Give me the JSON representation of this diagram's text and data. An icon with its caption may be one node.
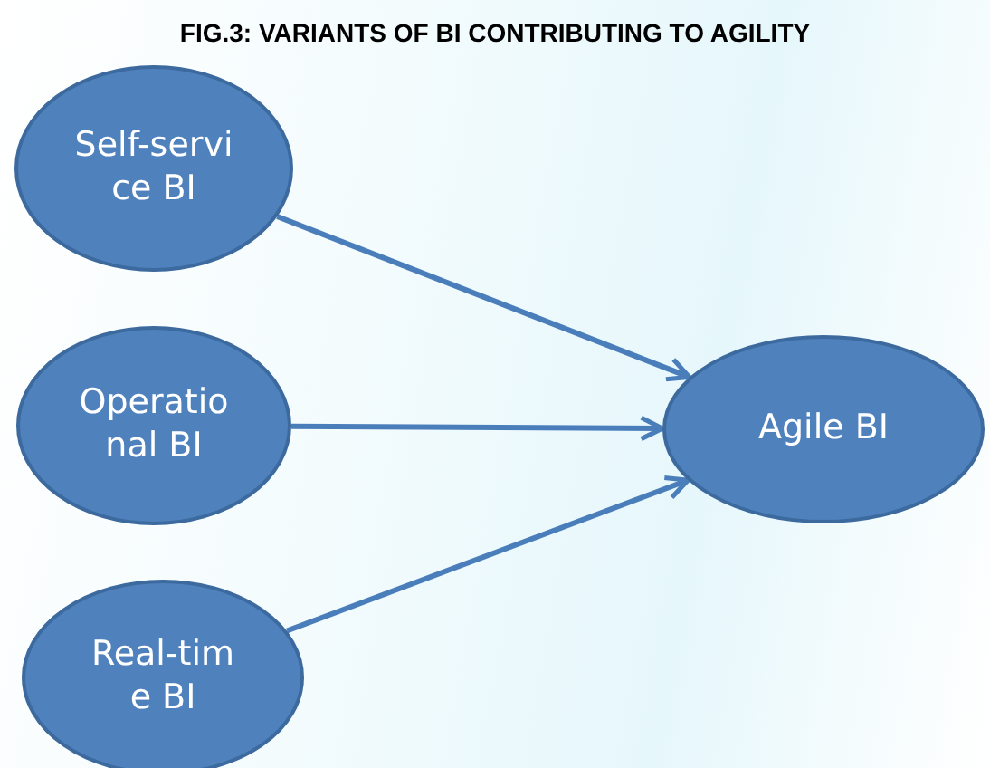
{
  "diagram": {
    "title": "FIG.3: VARIANTS OF BI CONTRIBUTING TO AGILITY",
    "nodes": [
      {
        "text": [
          "Self-service BI"
        ]
      },
      {
        "text": [
          "Operational BI"
        ]
      },
      {
        "text": [
          "Real-time BI"
        ]
      },
      {
        "text": [
          "Agile BI"
        ]
      }
    ],
    "edges": [
      {
        "from": 0,
        "to": 3,
        "arrow": "to"
      },
      {
        "from": 1,
        "to": 3,
        "arrow": "to"
      },
      {
        "from": 2,
        "to": 3,
        "arrow": "to"
      }
    ]
  }
}
